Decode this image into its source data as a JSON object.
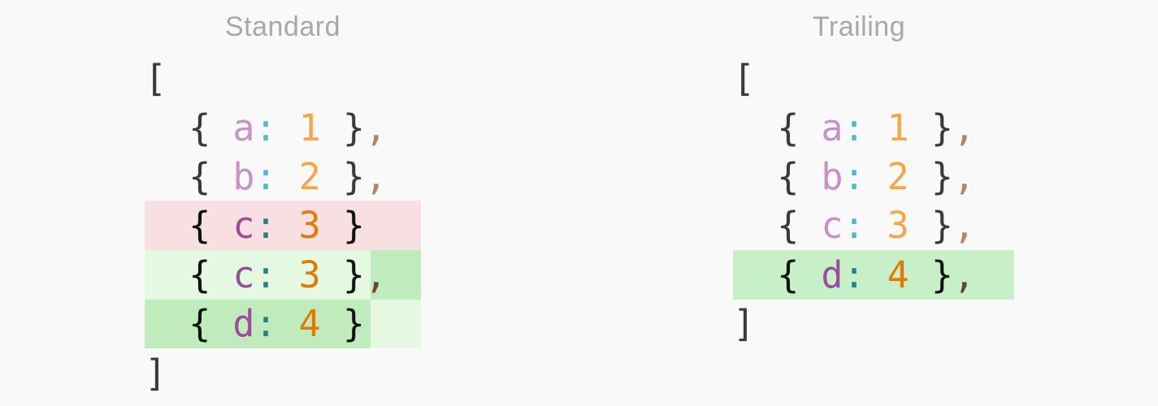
{
  "standard": {
    "title": "Standard",
    "open_bracket": "[",
    "close_bracket": "]",
    "lines": [
      {
        "key": "a",
        "value": "1",
        "comma": ","
      },
      {
        "key": "b",
        "value": "2",
        "comma": ","
      },
      {
        "key": "c",
        "value": "3",
        "comma": ""
      },
      {
        "key": "c",
        "value": "3",
        "comma": ","
      },
      {
        "key": "d",
        "value": "4",
        "comma": ""
      }
    ]
  },
  "trailing": {
    "title": "Trailing",
    "open_bracket": "[",
    "close_bracket": "]",
    "lines": [
      {
        "key": "a",
        "value": "1",
        "comma": ","
      },
      {
        "key": "b",
        "value": "2",
        "comma": ","
      },
      {
        "key": "c",
        "value": "3",
        "comma": ","
      },
      {
        "key": "d",
        "value": "4",
        "comma": ","
      }
    ]
  },
  "syntax": {
    "open_brace": "{ ",
    "close_brace": " }",
    "colon": ": "
  },
  "colors": {
    "background": "#f9f9f9",
    "removed_line": "#f8dfe2",
    "added_line": "#c8f0c8",
    "added_line_light": "#e4f8e2",
    "key": "#c792c7",
    "number": "#f5a64a",
    "colon": "#56b8c8",
    "comma": "#b5826a"
  }
}
